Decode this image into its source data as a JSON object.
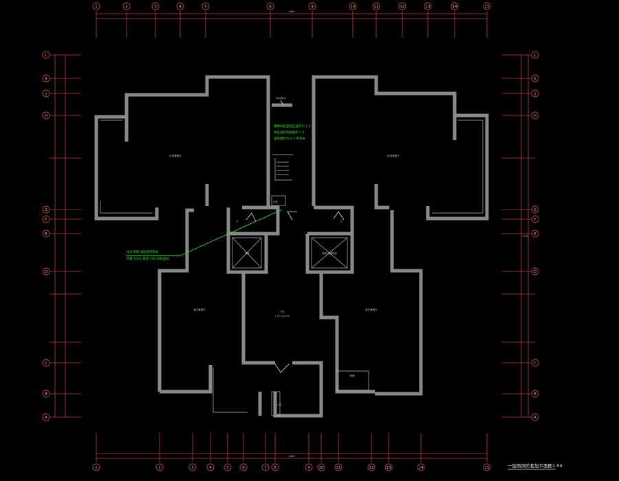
{
  "drawing": {
    "title": "一层雨风阶套加平面图1:50",
    "dims": {
      "top_total": "4480",
      "bottom_total": "4480",
      "right_total": "3470"
    }
  },
  "grid": {
    "top_axes": [
      "1",
      "2",
      "3",
      "4",
      "5",
      "8",
      "9",
      "10",
      "11",
      "12",
      "13",
      "14",
      "15"
    ],
    "left_axes": [
      "L",
      "K",
      "J",
      "H",
      "G",
      "F",
      "E",
      "D",
      "C",
      "B",
      "A"
    ],
    "bottom_axes": [
      "1",
      "2",
      "3",
      "4",
      "5",
      "6",
      "7",
      "8",
      "9",
      "10",
      "11",
      "12",
      "13",
      "14",
      "15"
    ]
  },
  "rooms": {
    "bedroom_nw": "卧室兼餐厅",
    "bedroom_ne": "卧室兼餐厅",
    "living_sw": "客厅兼餐厅",
    "living_se": "客厅兼餐厅",
    "hall": "门厅",
    "hall_sub": "1.35 ±0.000",
    "elevator_w": "电梯",
    "elevator_e": "电梯 电梯机房",
    "shaft_label": "大堂",
    "bath_w": "卫",
    "bath_e": "卫",
    "store": "商铺",
    "entry": "入口"
  },
  "notes": {
    "green_lines": [
      "楼梯间前室加压送风口 1.5",
      "加压送风管截面积 1.5",
      "送风量约为 0.5 平方米"
    ],
    "callout_tag": "1#送风口",
    "leader_text_1": "设计说明 加压送风系统",
    "leader_text_2": "风量 5000 风压 300 风机型号"
  }
}
